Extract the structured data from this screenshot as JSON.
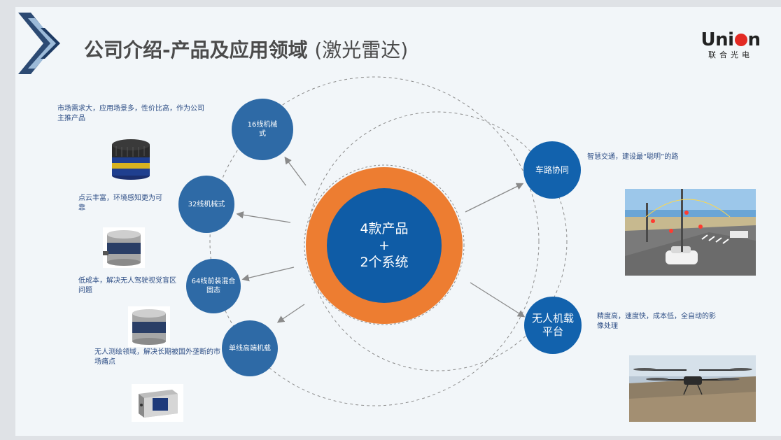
{
  "title": {
    "main": "公司介绍-产品及应用领域",
    "paren": "(激光雷达)"
  },
  "logo": {
    "word_pre": "Uni",
    "word_post": "n",
    "sub": "联合光电"
  },
  "center": {
    "line1": "4款产品",
    "plus": "+",
    "line2": "2个系统"
  },
  "products": [
    {
      "label": "16线机械式",
      "desc": "市场需求大，应用场景多，性价比高，作为公司主推产品"
    },
    {
      "label": "32线机械式",
      "desc": "点云丰富，环境感知更为可靠"
    },
    {
      "label": "64线前装混合固态",
      "desc": "低成本，解决无人驾驶视觉盲区问题"
    },
    {
      "label": "单线高端机载",
      "desc": "无人测绘领域，解决长期被国外垄断的市场痛点"
    }
  ],
  "systems": [
    {
      "label": "车路协同",
      "desc": "智慧交通，建设最“聪明”的路"
    },
    {
      "label": "无人机载平台",
      "desc": "精度高，速度快，成本低，全自动的影像处理"
    }
  ],
  "colors": {
    "orange_ring": "#ed7d31",
    "center_blue": "#0f5ca6",
    "node_blue": "#2e6aa6",
    "title_gray": "#4b4b4b",
    "desc_blue": "#2f4f86",
    "logo_red": "#e32a24"
  },
  "icons": {
    "corner": "double-chevron-icon",
    "logo_dot": "red-dot-icon"
  }
}
